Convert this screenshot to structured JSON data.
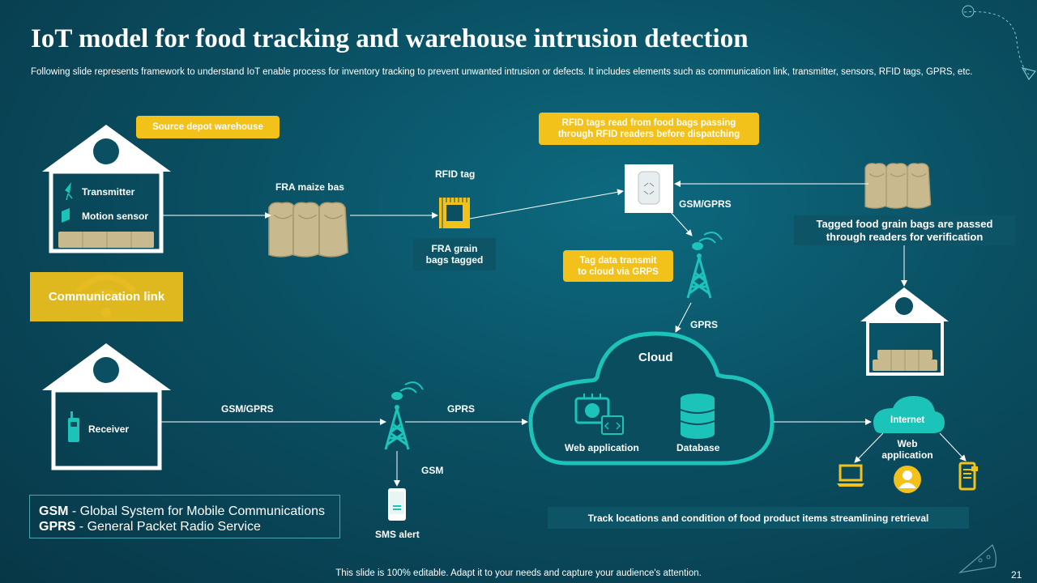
{
  "title": "IoT model for food tracking and warehouse intrusion detection",
  "subtitle": "Following slide represents framework to understand IoT enable process for inventory tracking to prevent unwanted intrusion or defects. It includes elements such as communication link, transmitter, sensors, RFID tags, GPRS, etc.",
  "colors": {
    "accent": "#f2c11a",
    "teal": "#1cc3b8",
    "background": "#0a4f62"
  },
  "source_depot": {
    "label": "Source depot warehouse",
    "transmitter": "Transmitter",
    "motion_sensor": "Motion sensor"
  },
  "communication_link": "Communication link",
  "receiver": "Receiver",
  "fra_maize": "FRA maize bas",
  "rfid_tag": "RFID tag",
  "fra_grain_tagged": [
    "FRA grain",
    "bags tagged"
  ],
  "rfid_note": [
    "RFID tags read from food bags passing",
    "through RFID readers before dispatching"
  ],
  "gsm_gprs_top": "GSM/GPRS",
  "tag_data_note": [
    "Tag data transmit",
    "to cloud via GRPS"
  ],
  "gprs_to_cloud": "GPRS",
  "tagged_note": [
    "Tagged food grain bags are passed",
    "through readers for verification"
  ],
  "cloud": {
    "label": "Cloud",
    "web_application": "Web application",
    "database": "Database"
  },
  "gsm_gprs_bottom": "GSM/GPRS",
  "gprs_bottom": "GPRS",
  "gsm": "GSM",
  "sms_alert": "SMS alert",
  "internet": "Internet",
  "web_application_node": [
    "Web",
    "application"
  ],
  "track_note": "Track locations and condition of food product items streamlining retrieval",
  "legend": [
    {
      "abbr": "GSM",
      "text": " - Global System for Mobile Communications"
    },
    {
      "abbr": "GPRS",
      "text": " - General Packet Radio Service"
    }
  ],
  "footer": "This slide is 100% editable. Adapt it to your needs and capture your audience's attention.",
  "page_number": "21",
  "icons": [
    "house-icon",
    "transmitter-icon",
    "motion-sensor-icon",
    "grain-bag-icon",
    "rfid-chip-icon",
    "rfid-reader-icon",
    "antenna-tower-icon",
    "wifi-icon",
    "walkie-talkie-icon",
    "phone-icon",
    "cloud-icon",
    "api-icon",
    "database-icon",
    "laptop-icon",
    "user-icon",
    "mobile-icon",
    "pizza-icon"
  ]
}
